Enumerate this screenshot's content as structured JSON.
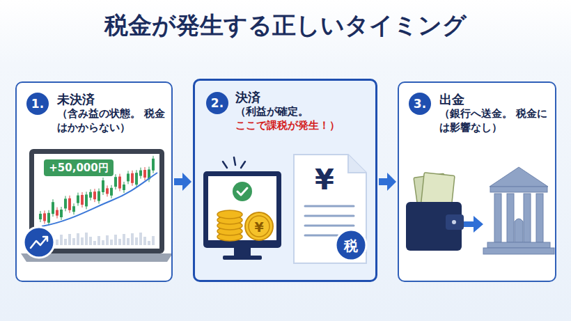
{
  "diagram": {
    "title": "税金が発生する正しいタイミング",
    "nodes": [
      {
        "text": [
          "未決済",
          "（含み益の状態。 税金はかからない）"
        ]
      },
      {
        "text": [
          "1."
        ],
        "in": 0
      },
      {
        "text": [
          "決済",
          "（利益が確定。",
          "ここで課税が発生！）"
        ]
      },
      {
        "text": [
          "2."
        ],
        "in": 2
      },
      {
        "text": [
          "出金",
          "（銀行へ送金。 税金には影響なし）"
        ]
      },
      {
        "text": [
          "3."
        ],
        "in": 4
      }
    ],
    "edges": [
      {
        "from": 0,
        "to": 2,
        "arrow": "to"
      },
      {
        "from": 2,
        "to": 4,
        "arrow": "to"
      }
    ],
    "labels": [
      "+50,000円",
      "¥",
      "¥",
      "税"
    ]
  }
}
